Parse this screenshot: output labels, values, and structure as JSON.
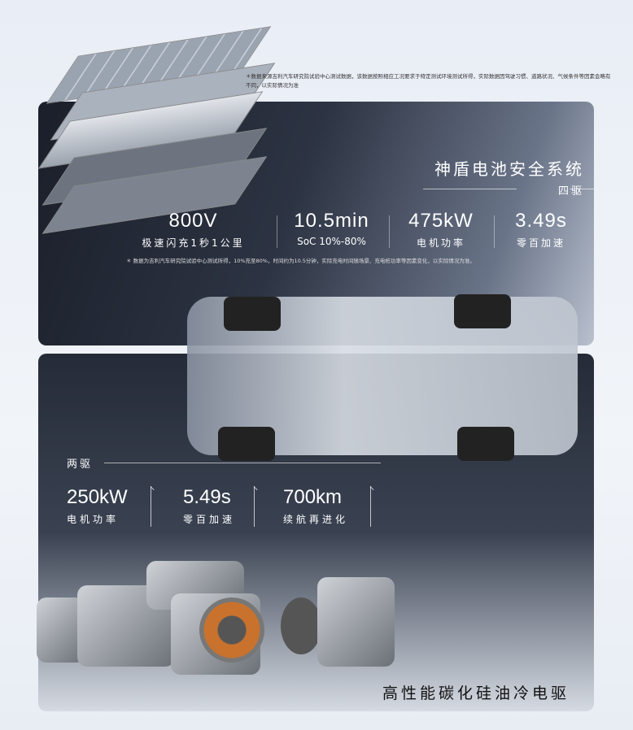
{
  "top_note": "＊数据来源吉利汽车研究院试验中心测试数据，该数据按照相应工况要求于特定测试环境测试所得，实际数据因驾驶习惯、道路状况、气候条件等因素会略有不同，以实际情况为准",
  "battery_title": "神盾电池安全系统",
  "awd_label": "四驱",
  "awd_stats": [
    {
      "value": "800V",
      "label": "极速闪充1秒1公里"
    },
    {
      "value": "10.5min",
      "label": "SoC 10%-80%"
    },
    {
      "value": "475kW",
      "label": "电机功率"
    },
    {
      "value": "3.49s",
      "label": "零百加速"
    }
  ],
  "charge_note": "＊ 数据为吉利汽车研究院试验中心测试所得，10%充至80%，时间约为10.5分钟，实际充电时间随场景、充电桩功率等因素变化，以实际情况为准。",
  "rwd_label": "两驱",
  "rwd_stats": [
    {
      "value": "250kW",
      "label": "电机功率"
    },
    {
      "value": "5.49s",
      "label": "零百加速"
    },
    {
      "value": "700km",
      "label": "续航再进化"
    }
  ],
  "drive_title": "高性能碳化硅油冷电驱"
}
